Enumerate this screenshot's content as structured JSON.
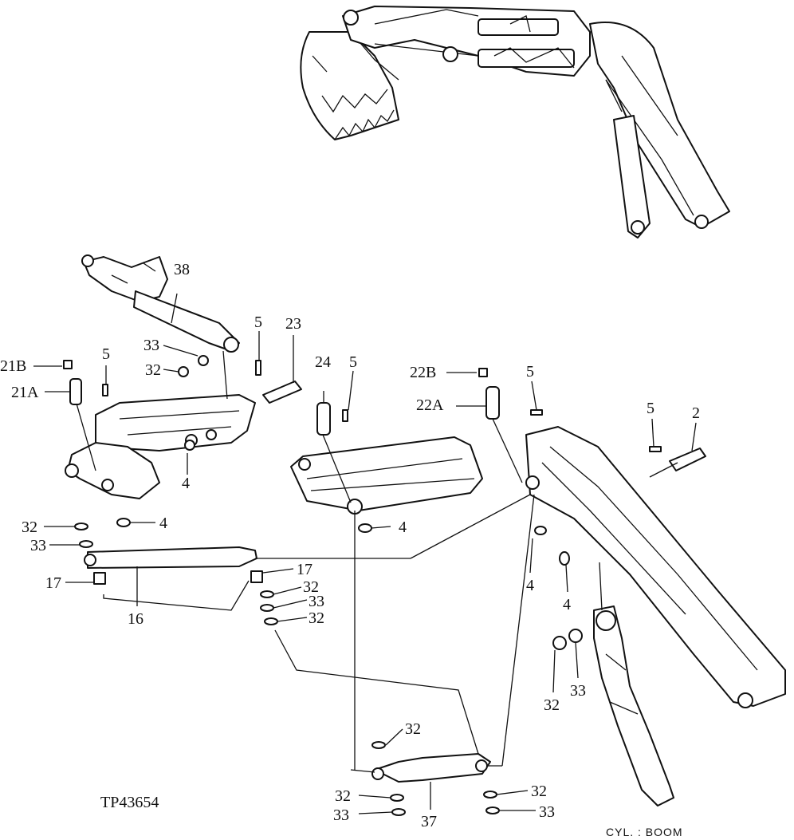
{
  "figure_id": "TP43654",
  "caption": "CYL. : BOOM",
  "callouts": {
    "c38": "38",
    "c33a": "33",
    "c32a": "32",
    "c5a": "5",
    "c23": "23",
    "c21B": "21B",
    "c21A": "21A",
    "c5b": "5",
    "c4a": "4",
    "c32b": "32",
    "c4b": "4",
    "c33b": "33",
    "c17a": "17",
    "c16": "16",
    "c17b": "17",
    "c32c": "32",
    "c33c": "33",
    "c32d": "32",
    "c24": "24",
    "c5c": "5",
    "c4c": "4",
    "c22B": "22B",
    "c22A": "22A",
    "c5d": "5",
    "c5e": "5",
    "c2": "2",
    "c4d": "4",
    "c4e": "4",
    "c32e": "32",
    "c33d": "33",
    "c32f": "32",
    "c32g": "32",
    "c33e": "33",
    "c37": "37",
    "c32h": "32",
    "c33f": "33"
  }
}
